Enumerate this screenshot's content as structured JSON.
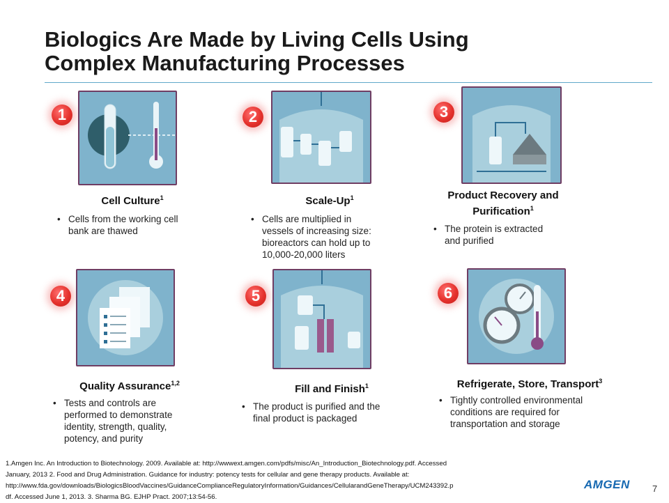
{
  "slide": {
    "title_line1": "Biologics Are Made by Living Cells Using",
    "title_line2": "Complex Manufacturing Processes",
    "page_number": "7",
    "logo_text": "AMGEN"
  },
  "steps": [
    {
      "num": "1",
      "title": "Cell Culture",
      "sup": "1",
      "bullet_lines": [
        "Cells from the working cell",
        "bank are thawed"
      ]
    },
    {
      "num": "2",
      "title": "Scale-Up",
      "sup": "1",
      "bullet_lines": [
        "Cells are multiplied in",
        "vessels of increasing size:",
        "bioreactors can hold up to",
        "10,000-20,000 liters"
      ]
    },
    {
      "num": "3",
      "title_line1": "Product Recovery and",
      "title_line2": "Purification",
      "sup": "1",
      "bullet_lines": [
        "The protein is extracted",
        "and purified"
      ]
    },
    {
      "num": "4",
      "title": "Quality Assurance",
      "sup": "1,2",
      "bullet_lines": [
        "Tests and controls are",
        "performed to demonstrate",
        "identity, strength, quality,",
        "potency, and purity"
      ]
    },
    {
      "num": "5",
      "title": "Fill  and Finish",
      "sup": "1",
      "bullet_lines": [
        "The product is purified and the",
        "final product is packaged"
      ]
    },
    {
      "num": "6",
      "title": "Refrigerate, Store, Transport",
      "sup": "3",
      "bullet_lines": [
        "Tightly controlled environmental",
        "conditions are required for",
        "transportation and storage"
      ]
    }
  ],
  "footnotes": [
    "1.Amgen Inc. An Introduction to Biotechnology. 2009. Available at:  http://wwwext.amgen.com/pdfs/misc/An_Introduction_Biotechnology.pdf. Accessed",
    "January, 2013  2. Food and Drug Administration. Guidance for industry: potency tests for cellular and gene therapy products. Available at:",
    "http://www.fda.gov/downloads/BiologicsBloodVaccines/GuidanceComplianceRegulatoryInformation/Guidances/CellularandGeneTherapy/UCM243392.p",
    "df. Accessed June 1, 2013. 3. Sharma BG. EJHP Pract. 2007;13:54-56."
  ],
  "colors": {
    "accent_rule": "#5fa8c9",
    "badge_red": "#e5322d",
    "frame_purple": "#6f3d63",
    "tile_blue": "#7fb3cc"
  }
}
